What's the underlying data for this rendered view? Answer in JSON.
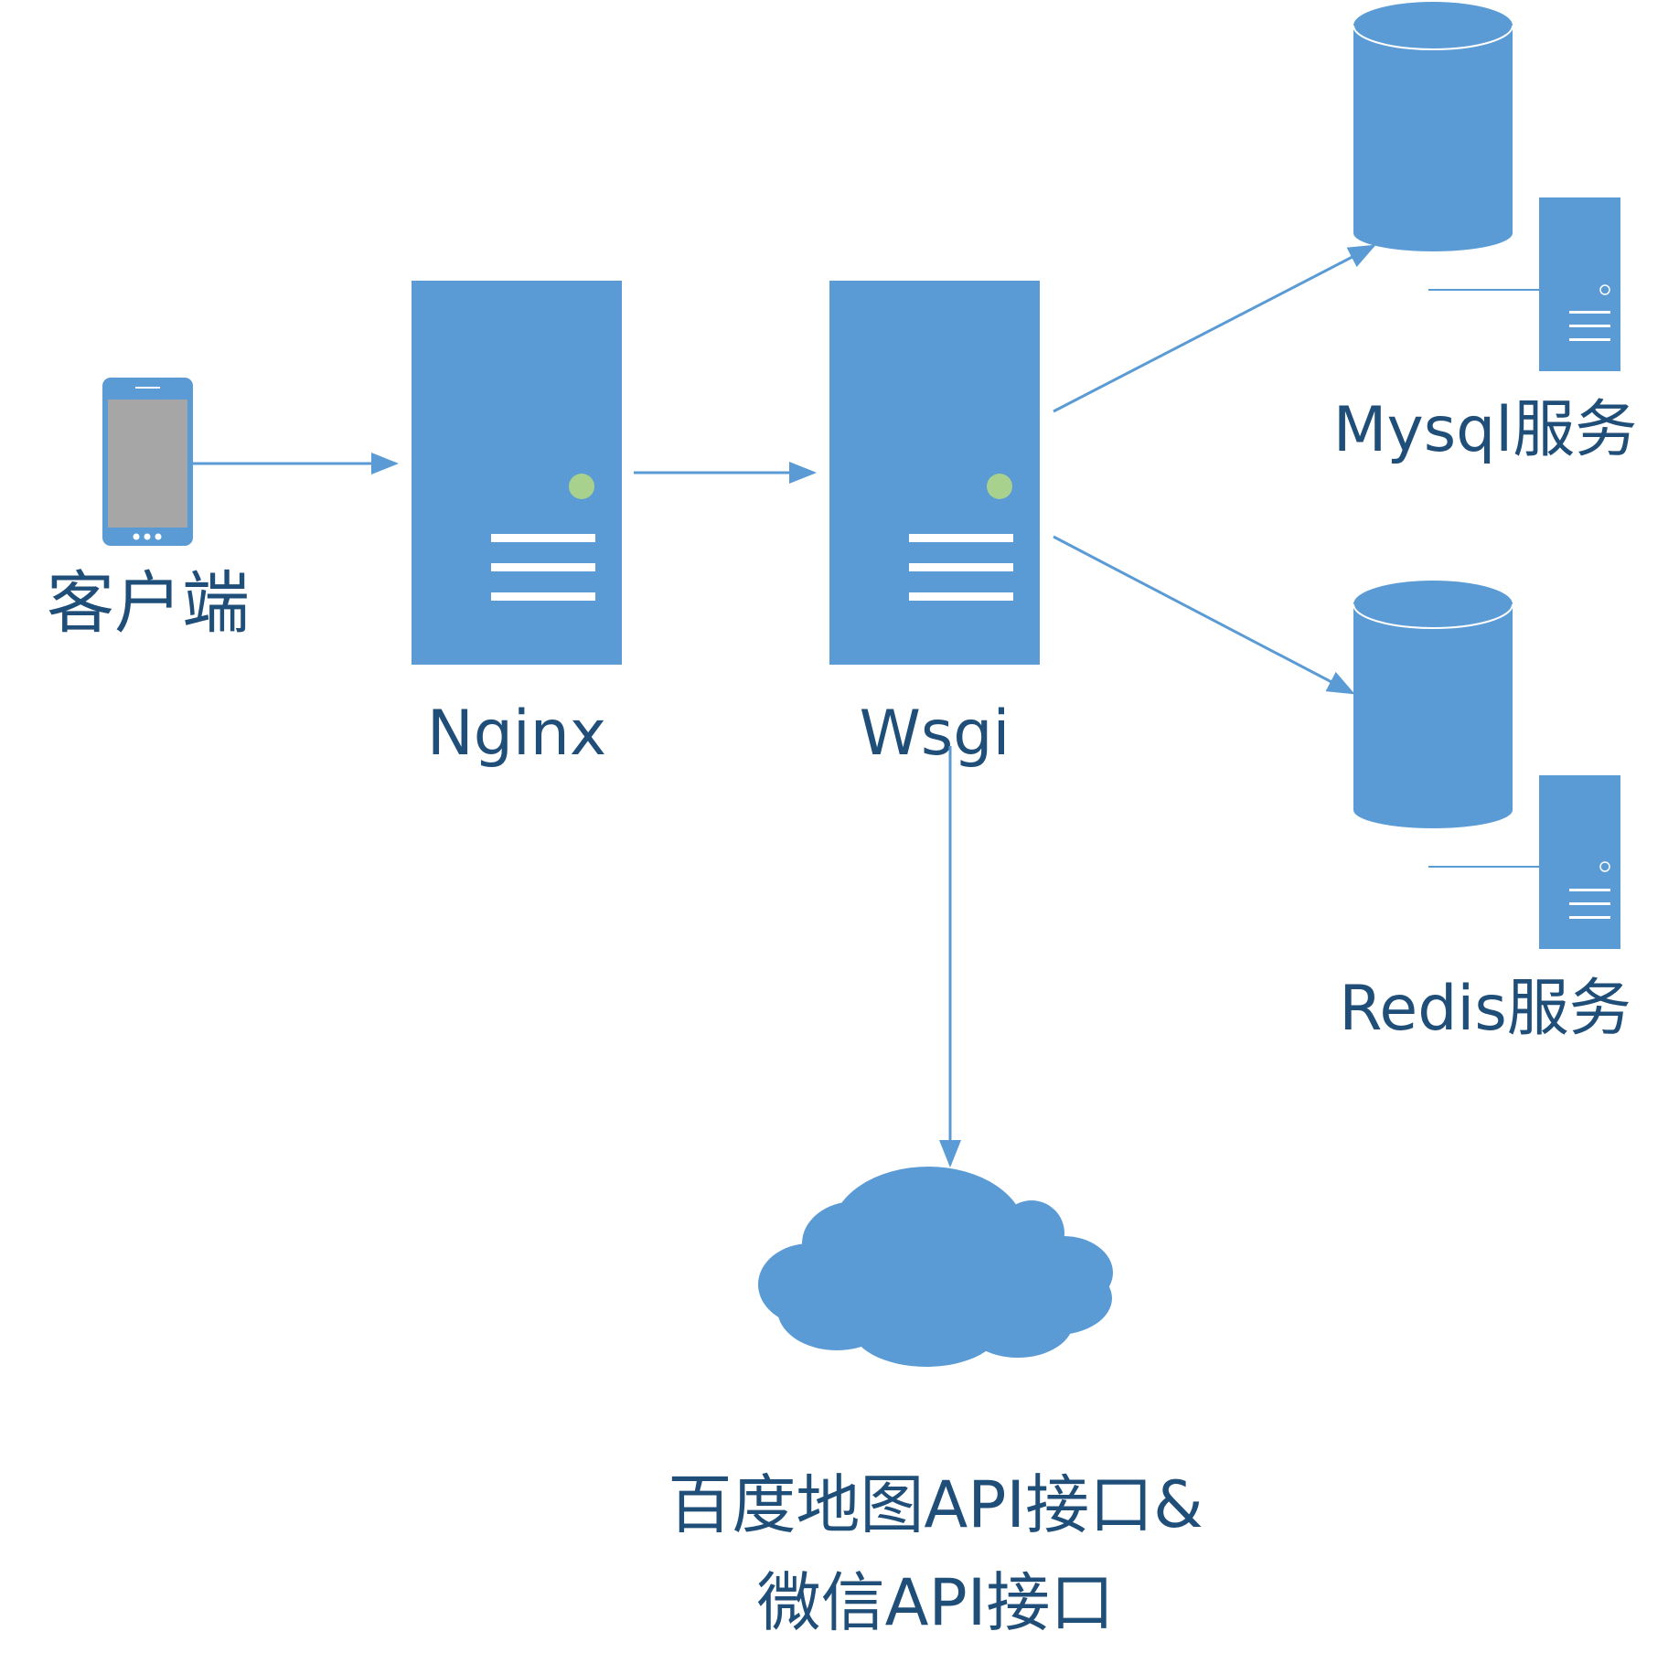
{
  "colors": {
    "primary": "#5b9bd5",
    "text": "#1f4e79",
    "led": "#a9d18e",
    "screen": "#a6a6a6",
    "stripe": "#ffffff",
    "background": "#ffffff"
  },
  "icons": {
    "client": "smartphone-icon",
    "nginx": "server-tower-icon",
    "wsgi": "server-tower-icon",
    "mysql": "database-server-icon",
    "redis": "database-server-icon",
    "external_api": "cloud-icon"
  },
  "nodes": {
    "client": {
      "label": "客户端"
    },
    "nginx": {
      "label": "Nginx"
    },
    "wsgi": {
      "label": "Wsgi"
    },
    "mysql": {
      "label": "Mysql服务"
    },
    "redis": {
      "label": "Redis服务"
    },
    "external_api": {
      "label_line1": "百度地图API接口&",
      "label_line2": "微信API接口"
    }
  }
}
